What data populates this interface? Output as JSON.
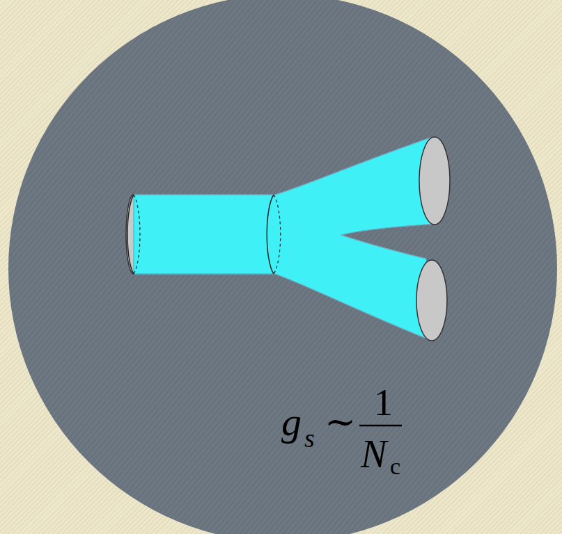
{
  "diagram": {
    "labels": [
      "g",
      "s",
      "∼",
      "1",
      "N",
      "c"
    ]
  }
}
